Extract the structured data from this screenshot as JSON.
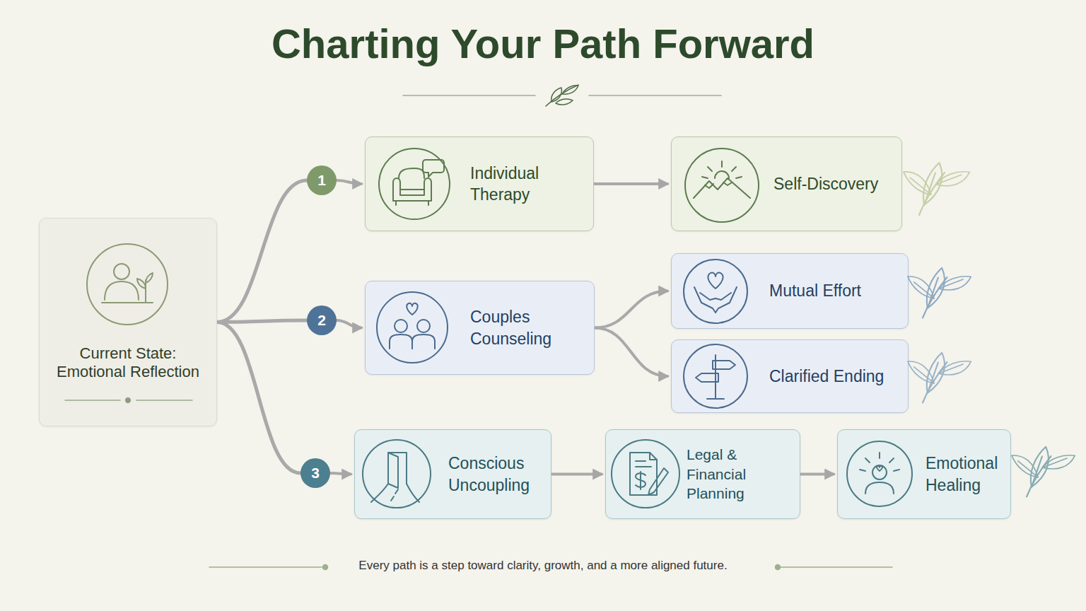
{
  "diagram": {
    "title": "Charting Your Path Forward",
    "caption": "Every path is a step toward clarity, growth, and a more aligned future.",
    "nodes": [
      {
        "text": [
          "Current State: Emotional Reflection"
        ]
      },
      {
        "text": [
          "1"
        ]
      },
      {
        "text": [
          "Individual Therapy"
        ]
      },
      {
        "text": [
          "Self-Discovery"
        ]
      },
      {
        "text": [
          "2"
        ]
      },
      {
        "text": [
          "Couples Counseling"
        ]
      },
      {
        "text": [
          "Mutual Effort"
        ]
      },
      {
        "text": [
          "Clarified Ending"
        ]
      },
      {
        "text": [
          "3"
        ]
      },
      {
        "text": [
          "Conscious Uncoupling"
        ]
      },
      {
        "text": [
          "Legal & Financial Planning"
        ]
      },
      {
        "text": [
          "Emotional Healing"
        ]
      }
    ],
    "edges": [
      {
        "from": 0,
        "to": 1,
        "arrow": "none"
      },
      {
        "from": 1,
        "to": 2,
        "arrow": "to"
      },
      {
        "from": 2,
        "to": 3,
        "arrow": "to"
      },
      {
        "from": 0,
        "to": 4,
        "arrow": "none"
      },
      {
        "from": 4,
        "to": 5,
        "arrow": "to"
      },
      {
        "from": 5,
        "to": 6,
        "arrow": "to"
      },
      {
        "from": 5,
        "to": 7,
        "arrow": "to"
      },
      {
        "from": 0,
        "to": 8,
        "arrow": "none"
      },
      {
        "from": 8,
        "to": 9,
        "arrow": "to"
      },
      {
        "from": 9,
        "to": 10,
        "arrow": "to"
      },
      {
        "from": 10,
        "to": 11,
        "arrow": "to"
      }
    ]
  }
}
